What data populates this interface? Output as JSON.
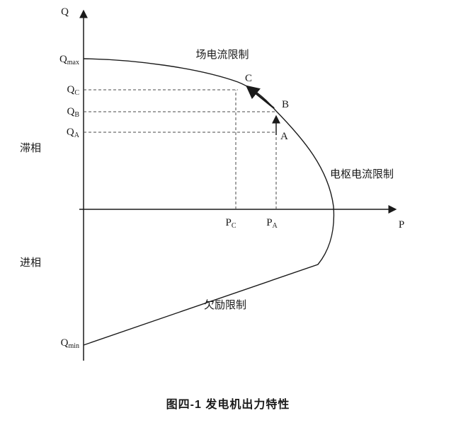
{
  "figure": {
    "caption": "图四-1  发电机出力特性"
  },
  "axes": {
    "q_label": "Q",
    "p_label": "P"
  },
  "ticks": {
    "qmax": {
      "base": "Q",
      "sub": "max"
    },
    "qc": {
      "base": "Q",
      "sub": "C"
    },
    "qb": {
      "base": "Q",
      "sub": "B"
    },
    "qa": {
      "base": "Q",
      "sub": "A"
    },
    "qmin": {
      "base": "Q",
      "sub": "min"
    },
    "pc": {
      "base": "P",
      "sub": "C"
    },
    "pa": {
      "base": "P",
      "sub": "A"
    }
  },
  "regions": {
    "lagging": "滞相",
    "leading": "进相"
  },
  "limits": {
    "field_current": "场电流限制",
    "armature_current": "电枢电流限制",
    "under_excitation": "欠励限制"
  },
  "points": {
    "a": "A",
    "b": "B",
    "c": "C"
  },
  "colors": {
    "line": "#1a1a1a",
    "dash": "#4a4a4a",
    "background": "#ffffff"
  }
}
